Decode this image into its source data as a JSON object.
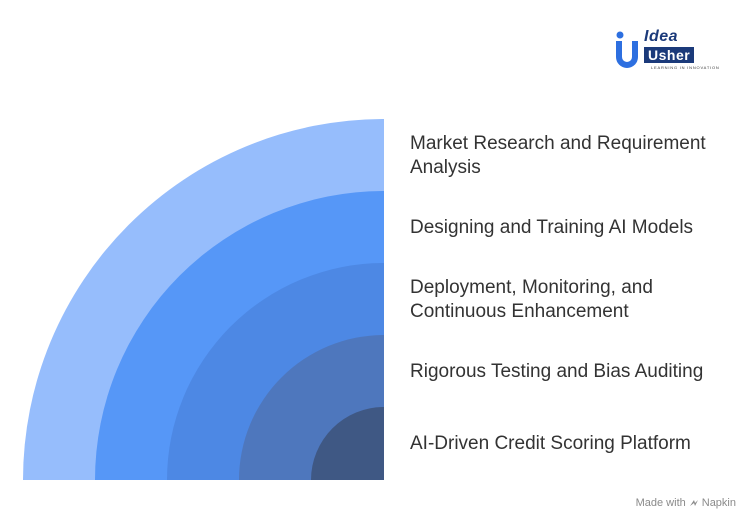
{
  "logo": {
    "word1": "Idea",
    "word2": "Usher",
    "tagline": "LEARNING IN INNOVATION"
  },
  "diagram": {
    "layers": [
      {
        "label": "Market Research and Requirement Analysis",
        "color": "#96bdfc"
      },
      {
        "label": "Designing and Training AI Models",
        "color": "#5697f7"
      },
      {
        "label": "Deployment, Monitoring, and Continuous Enhancement",
        "color": "#4d88e4"
      },
      {
        "label": "Rigorous Testing and Bias Auditing",
        "color": "#4e77bd"
      },
      {
        "label": "AI-Driven Credit Scoring Platform",
        "color": "#3f5884"
      }
    ]
  },
  "footer": {
    "made_with": "Made with",
    "brand": "Napkin"
  }
}
